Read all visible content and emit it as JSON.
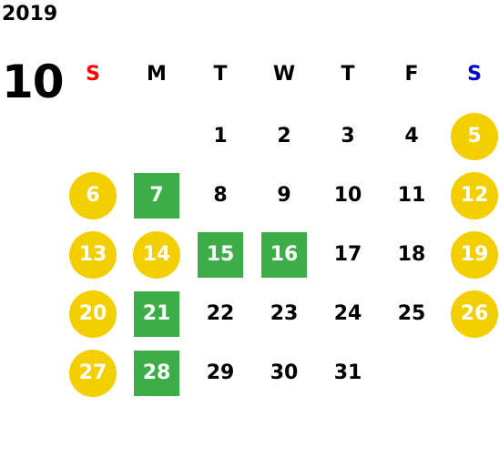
{
  "calendar": {
    "year": "2019",
    "month": "10",
    "weekdays": [
      "S",
      "M",
      "T",
      "W",
      "T",
      "F",
      "S"
    ],
    "colors": {
      "sunday": "#ff0000",
      "saturday": "#0000cc",
      "weekend_circle": "#f4cf00",
      "holiday_square": "#3cad47"
    },
    "weeks": [
      [
        null,
        null,
        "1",
        "2",
        "3",
        "4",
        "5"
      ],
      [
        "6",
        "7",
        "8",
        "9",
        "10",
        "11",
        "12"
      ],
      [
        "13",
        "14",
        "15",
        "16",
        "17",
        "18",
        "19"
      ],
      [
        "20",
        "21",
        "22",
        "23",
        "24",
        "25",
        "26"
      ],
      [
        "27",
        "28",
        "29",
        "30",
        "31",
        null,
        null
      ]
    ],
    "highlighted_circle_days": [
      "5",
      "6",
      "12",
      "13",
      "14",
      "19",
      "20",
      "26",
      "27"
    ],
    "highlighted_square_days": [
      "7",
      "15",
      "16",
      "21",
      "28"
    ]
  }
}
